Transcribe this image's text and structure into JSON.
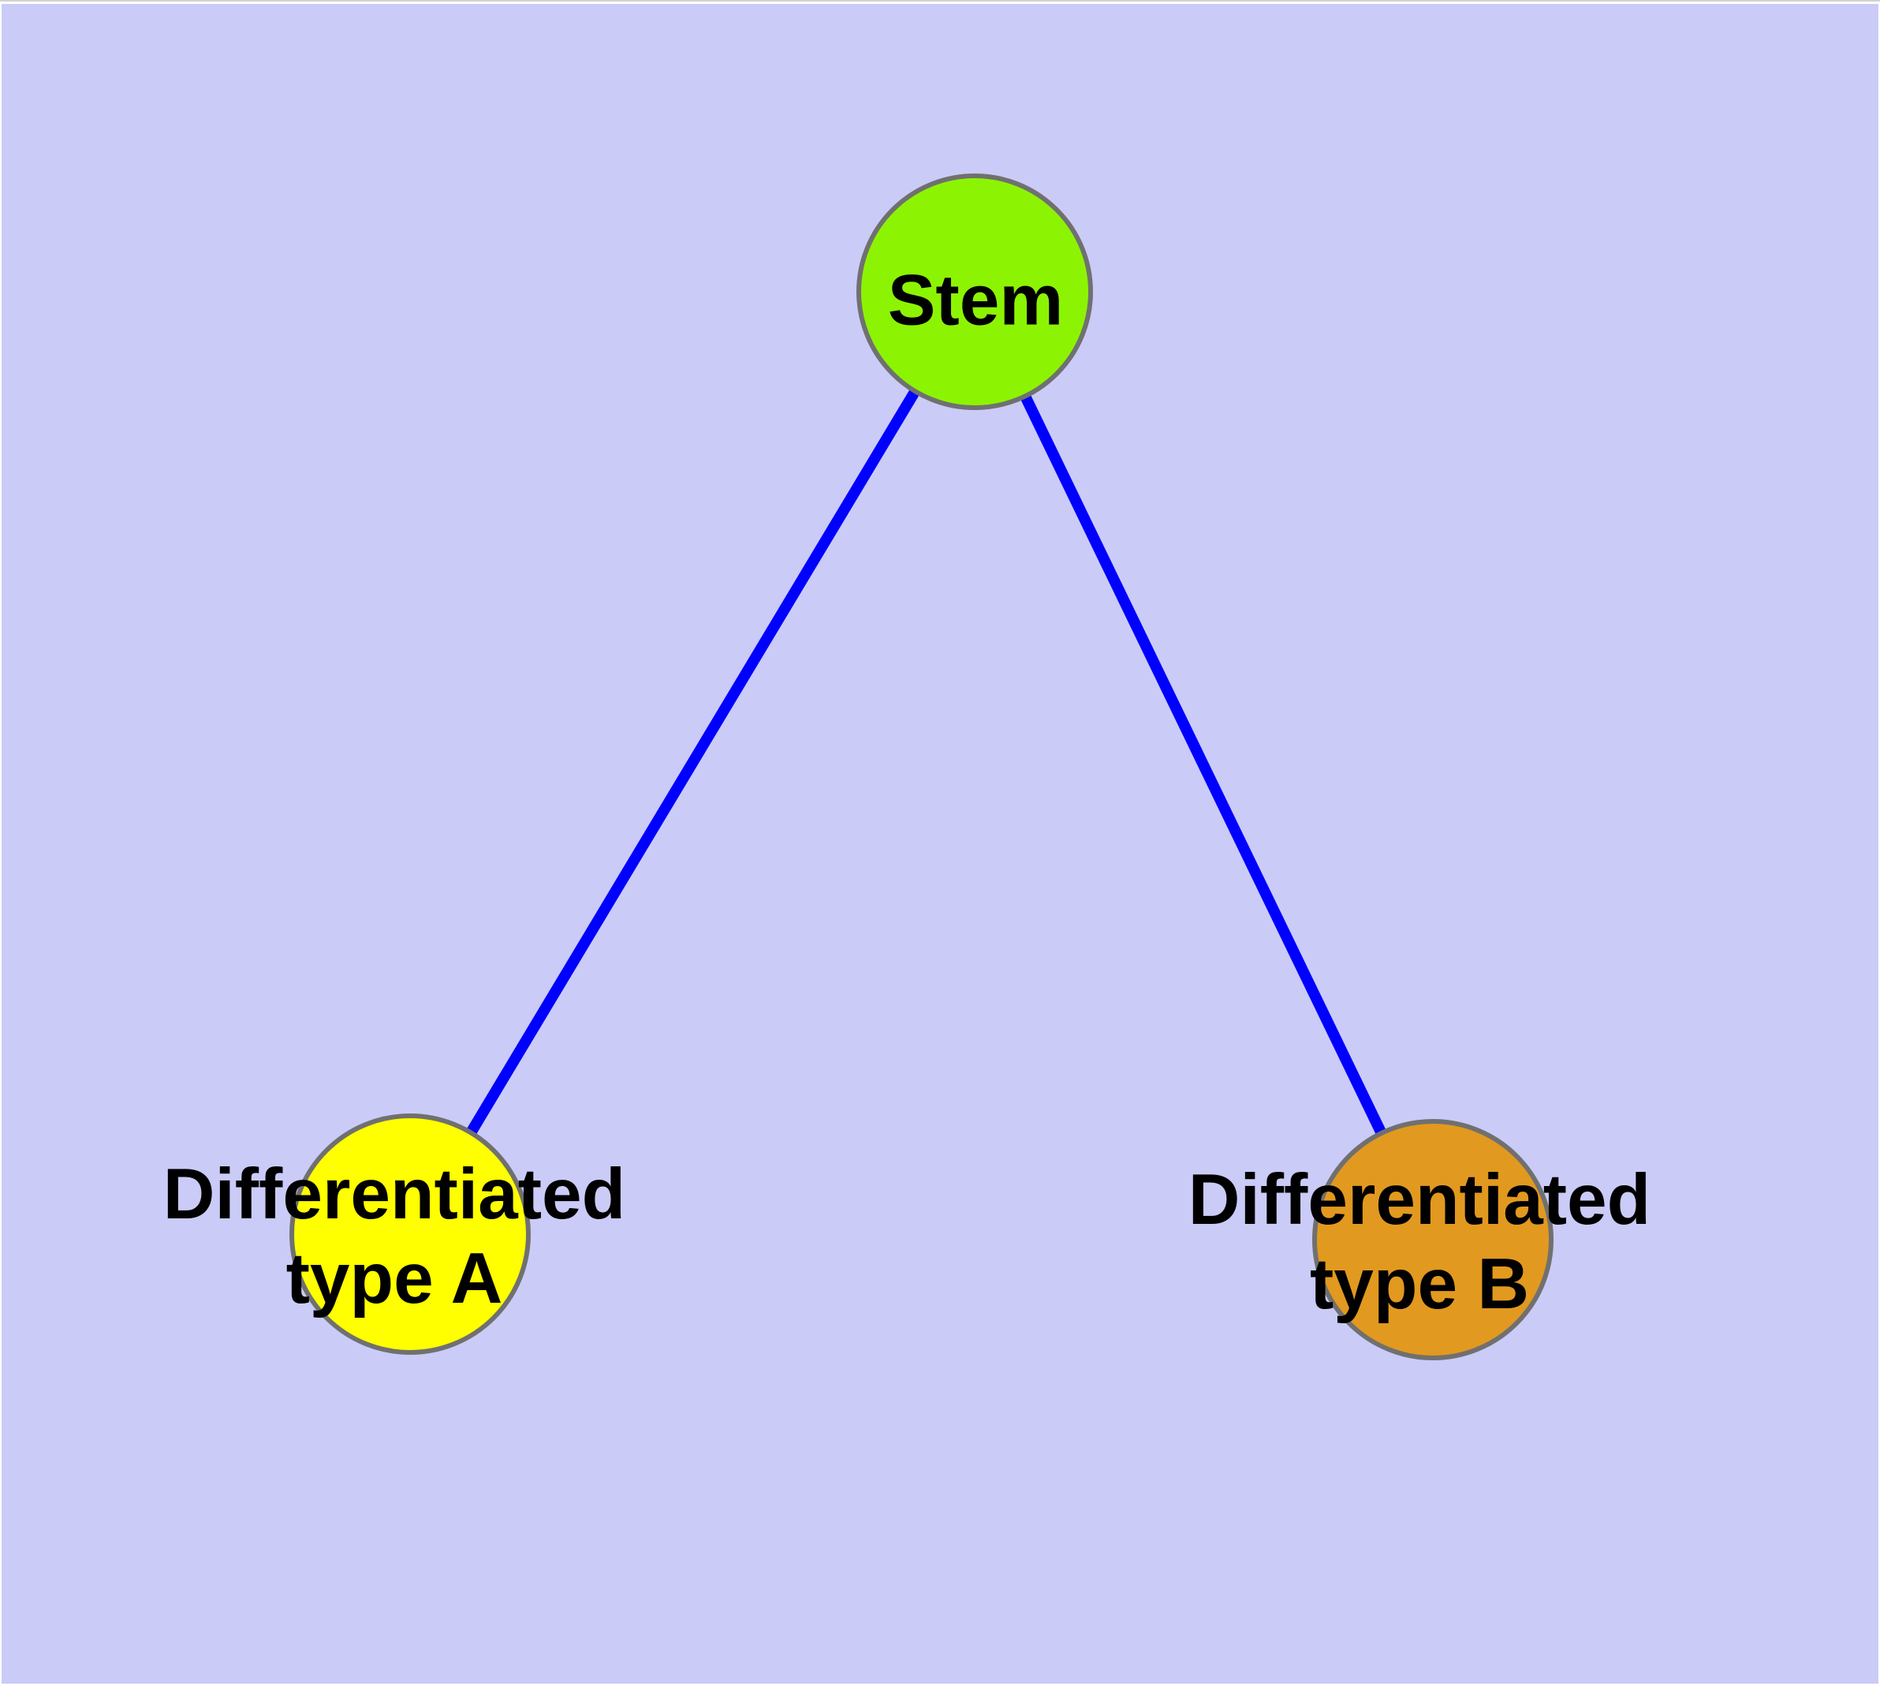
{
  "diagram": {
    "type": "graph",
    "description": "Stem cell differentiation tree: a stem node connected to two differentiated cell type nodes",
    "colors": {
      "background": "#CBCBF8",
      "edge": "#0000FF",
      "node_border": "#707070",
      "label_text": "#000000",
      "stem_fill": "#8CF402",
      "type_a_fill": "#FFFF00",
      "type_b_fill": "#E2991F"
    },
    "nodes": [
      {
        "id": "stem",
        "label_lines": [
          "Stem"
        ],
        "fill": "#8CF402"
      },
      {
        "id": "differentiated-type-a",
        "label_lines": [
          "Differentiated",
          "type A"
        ],
        "fill": "#FFFF00"
      },
      {
        "id": "differentiated-type-b",
        "label_lines": [
          "Differentiated",
          "type B"
        ],
        "fill": "#E2991F"
      }
    ],
    "edges": [
      {
        "from": "stem",
        "to": "differentiated-type-a"
      },
      {
        "from": "stem",
        "to": "differentiated-type-b"
      }
    ]
  }
}
